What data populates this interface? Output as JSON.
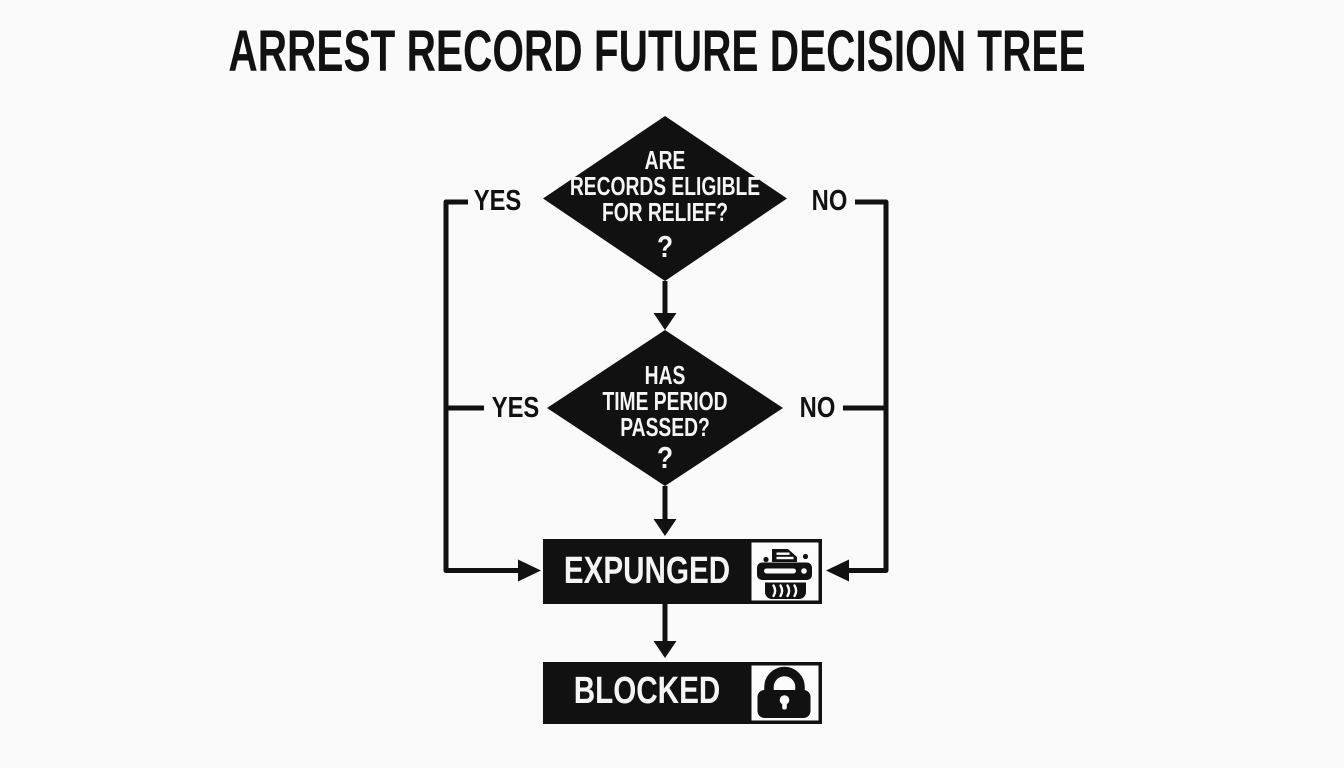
{
  "colors": {
    "background": "#fafafa",
    "ink": "#111111",
    "node_text": "#f5f5f5",
    "icon_plate": "#fcfcfc"
  },
  "title": "ARREST RECORD FUTURE DECISION TREE",
  "flowchart": {
    "decision1": {
      "line1": "ARE",
      "line2": "RECORDS ELIGIBLE",
      "line3": "FOR RELIEF?",
      "mark": "?",
      "yes_label": "YES",
      "no_label": "NO"
    },
    "decision2": {
      "line1": "HAS",
      "line2": "TIME PERIOD",
      "line3": "PASSED?",
      "mark": "?",
      "yes_label": "YES",
      "no_label": "NO"
    },
    "outcome_expunged": {
      "label": "EXPUNGED",
      "icon": "shredder-icon"
    },
    "outcome_blocked": {
      "label": "BLOCKED",
      "icon": "lock-icon"
    }
  }
}
